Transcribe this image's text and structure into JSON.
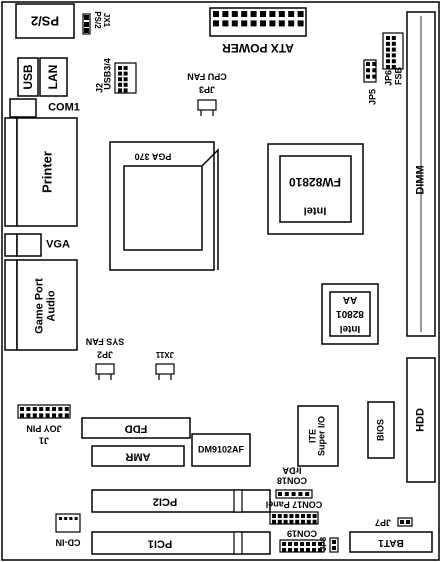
{
  "board": {
    "ps2": "PS/2",
    "jx1": "JX1",
    "ps2_small": "PS/2",
    "atx_power": "ATX POWER",
    "usb": "USB",
    "lan": "LAN",
    "j2": "J2",
    "usb34": "USB3/4",
    "cpu_fan": "CPU FAN",
    "jp3": "JP3",
    "jp5": "JP5",
    "jp6": "JP6",
    "fsb": "FSB",
    "com1": "COM1",
    "printer": "Printer",
    "pga370": "PGA 370",
    "intel_1": "Intel",
    "fw82810": "FW82810",
    "dimm": "DIMM",
    "vga": "VGA",
    "game_port": "Game Port",
    "audio": "Audio",
    "intel_2": "Intel",
    "chip_82801": "82801",
    "chip_aa": "AA",
    "sys_fan": "SYS FAN",
    "jp2": "JP2",
    "jx11": "JX11",
    "hdd": "HDD",
    "j1": "J1",
    "joy_pin": "JOY PIN",
    "fdd": "FDD",
    "amr": "AMR",
    "dm9102af": "DM9102AF",
    "ite": "ITE",
    "super_io": "Super I/O",
    "bios": "BIOS",
    "irda": "IrDA",
    "con18": "CON18",
    "pci2": "PCI2",
    "con17_panel": "CON17 Panel",
    "cd_in": "CD-IN",
    "jp7": "JP7",
    "pci1": "PCI1",
    "con19": "CON19",
    "jp8": "JP8",
    "bat1": "BAT1"
  }
}
